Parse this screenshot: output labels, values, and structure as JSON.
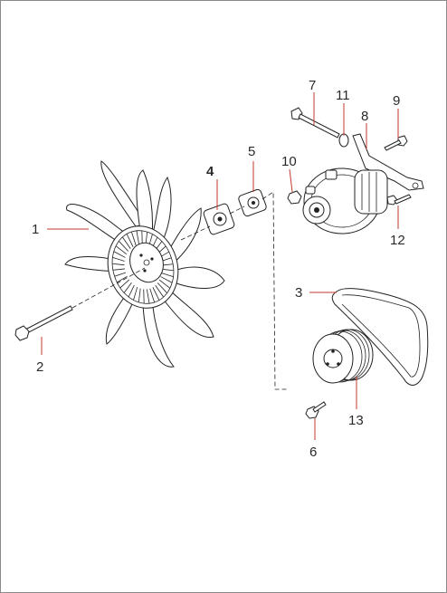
{
  "callouts": [
    {
      "id": "1",
      "text": "1"
    },
    {
      "id": "2",
      "text": "2"
    },
    {
      "id": "3",
      "text": "3"
    },
    {
      "id": "4",
      "text": "4"
    },
    {
      "id": "5",
      "text": "5"
    },
    {
      "id": "6",
      "text": "6"
    },
    {
      "id": "7",
      "text": "7"
    },
    {
      "id": "8",
      "text": "8"
    },
    {
      "id": "9",
      "text": "9"
    },
    {
      "id": "10",
      "text": "10"
    },
    {
      "id": "11",
      "text": "11"
    },
    {
      "id": "12",
      "text": "12"
    },
    {
      "id": "13",
      "text": "13"
    }
  ],
  "colors": {
    "leader_line": "#c0392b",
    "outline": "#222222",
    "label": "#2a2a2a"
  }
}
